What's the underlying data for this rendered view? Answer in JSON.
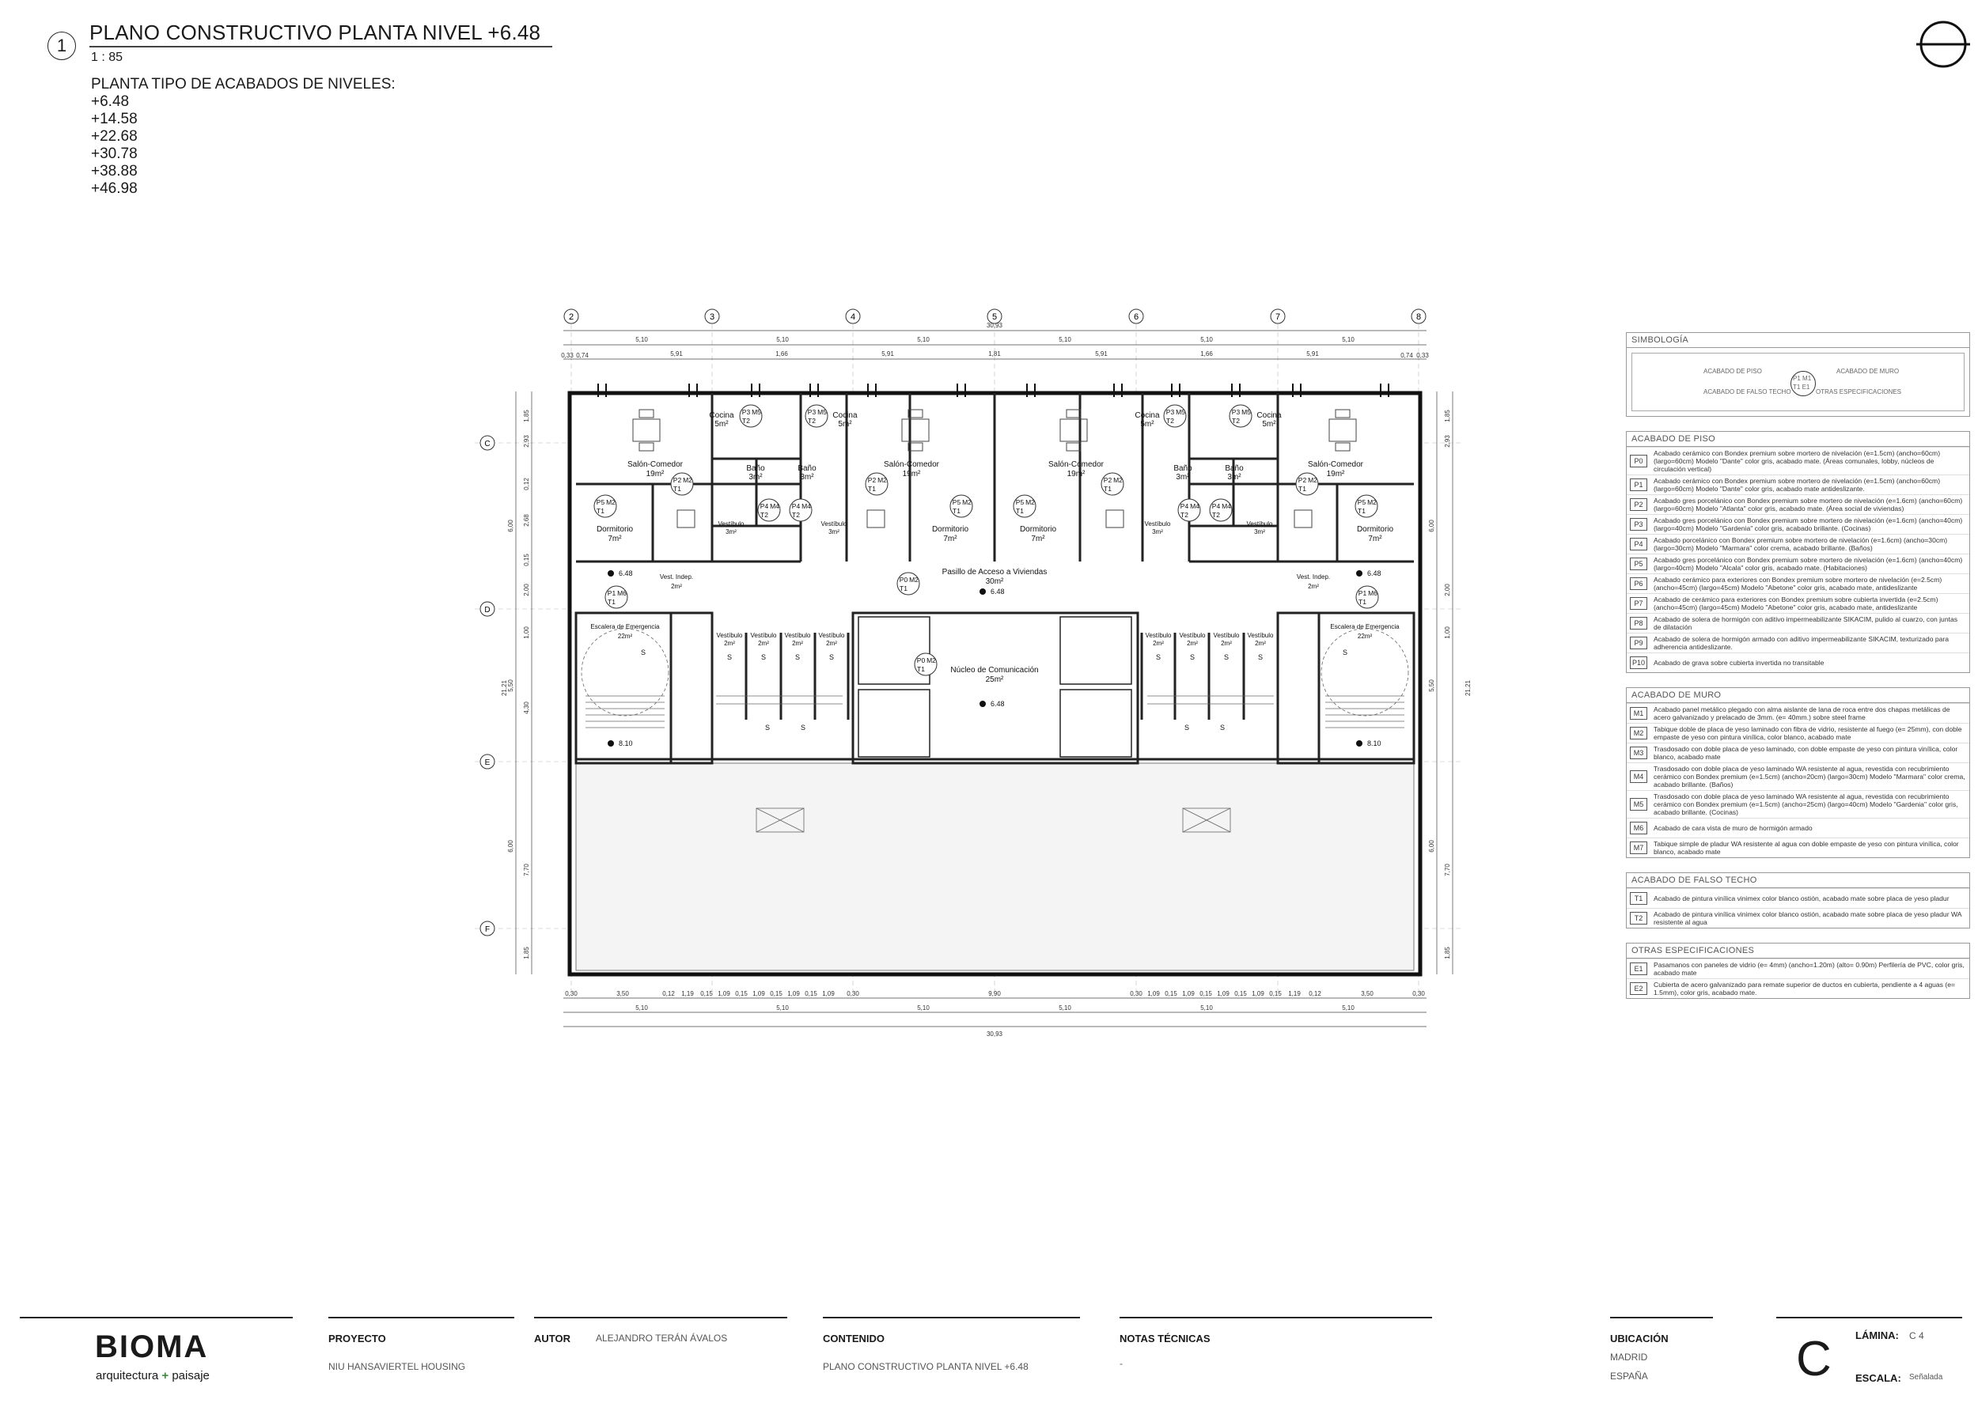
{
  "header": {
    "view_number": "1",
    "title": "PLANO CONSTRUCTIVO PLANTA NIVEL +6.48",
    "scale": "1 : 85",
    "levels_title": "PLANTA TIPO DE ACABADOS DE NIVELES:",
    "levels": [
      "+6.48",
      "+14.58",
      "+22.68",
      "+30.78",
      "+38.88",
      "+46.98"
    ]
  },
  "plan": {
    "grid_cols": [
      "2",
      "3",
      "4",
      "5",
      "6",
      "7",
      "8"
    ],
    "grid_rows": [
      "C",
      "D",
      "E",
      "F"
    ],
    "overall_width": "30,93",
    "overall_depth": "21,21",
    "bay_width": "5,10",
    "top_subdims": [
      "0,33",
      "0,74",
      "5,91",
      "1,66",
      "5,91",
      "1,81",
      "5,91",
      "1,66",
      "5,91",
      "0,74",
      "0,33"
    ],
    "left_dims": [
      "1,85",
      "2,93",
      "0,12",
      "2,68",
      "0,15",
      "2,00",
      "1,00",
      "4,30",
      "7,70",
      "1,85"
    ],
    "row_dims": [
      "6,00",
      "5,50",
      "6,00"
    ],
    "bottom_subdims": [
      "0,30",
      "3,50",
      "0,12",
      "1,19",
      "0,15",
      "1,09",
      "0,15",
      "1,09",
      "0,15",
      "1,09",
      "0,15",
      "1,09",
      "0,30",
      "9,90",
      "0,30",
      "1,09",
      "0,15",
      "1,09",
      "0,15",
      "1,09",
      "0,15",
      "1,09",
      "0,15",
      "1,19",
      "0,12",
      "3,50",
      "0,30"
    ],
    "rooms": [
      {
        "name": "Salón-Comedor",
        "area": "19m²"
      },
      {
        "name": "Cocina",
        "area": "5m²"
      },
      {
        "name": "Baño",
        "area": "3m²"
      },
      {
        "name": "Dormitorio",
        "area": "7m²"
      },
      {
        "name": "Vestíbulo",
        "area": "3m²"
      },
      {
        "name": "Vestíbulo",
        "area": "2m²"
      },
      {
        "name": "Vest. Indep.",
        "area": "2m²"
      },
      {
        "name": "Escalera de Emergencia",
        "area": "22m²"
      },
      {
        "name": "Pasillo de Acceso a Viviendas",
        "area": "30m²"
      },
      {
        "name": "Núcleo de Comunicación",
        "area": "25m²"
      }
    ],
    "level_marks": [
      "6.48",
      "8.10"
    ],
    "finish_codes": {
      "salon": [
        "P2",
        "M2",
        "T1"
      ],
      "cocina": [
        "P3",
        "M5",
        "T2"
      ],
      "bano": [
        "P4",
        "M4",
        "T2"
      ],
      "dormitorio": [
        "P5",
        "M2",
        "T1"
      ],
      "pasillo": [
        "P0",
        "M2",
        "T1"
      ],
      "escalera": [
        "P1",
        "M6",
        "T1"
      ]
    },
    "stair_mark": "S"
  },
  "legend": {
    "simbologia": {
      "title": "SIMBOLOGÍA",
      "floor": "ACABADO DE PISO",
      "wall": "ACABADO DE MURO",
      "ceiling": "ACABADO DE FALSO TECHO",
      "other": "OTRAS ESPECIFICACIONES",
      "codes": [
        "P1",
        "M1",
        "T1",
        "E1"
      ]
    },
    "piso": {
      "title": "ACABADO DE PISO",
      "items": [
        {
          "code": "P0",
          "text": "Acabado cerámico con Bondex premium sobre mortero de nivelación (e=1.5cm) (ancho=60cm) (largo=60cm) Modelo \"Dante\" color gris, acabado mate. (Áreas comunales, lobby, núcleos de circulación vertical)"
        },
        {
          "code": "P1",
          "text": "Acabado cerámico con Bondex premium sobre mortero de nivelación (e=1.5cm) (ancho=60cm) (largo=60cm) Modelo \"Dante\" color gris, acabado mate antideslizante."
        },
        {
          "code": "P2",
          "text": "Acabado gres porcelánico con Bondex premium sobre mortero de nivelación (e=1.6cm) (ancho=60cm) (largo=60cm) Modelo \"Atlanta\" color gris, acabado mate. (Área social de viviendas)"
        },
        {
          "code": "P3",
          "text": "Acabado gres porcelánico con Bondex premium sobre mortero de nivelación (e=1.6cm) (ancho=40cm) (largo=40cm) Modelo \"Gardenia\" color gris, acabado brillante. (Cocinas)"
        },
        {
          "code": "P4",
          "text": "Acabado porcelánico con Bondex premium sobre mortero de nivelación (e=1.6cm) (ancho=30cm) (largo=30cm) Modelo \"Marmara\" color crema, acabado brillante. (Baños)"
        },
        {
          "code": "P5",
          "text": "Acabado gres porcelánico con Bondex premium sobre mortero de nivelación (e=1.6cm) (ancho=40cm) (largo=40cm) Modelo \"Alcala\" color gris, acabado mate. (Habitaciones)"
        },
        {
          "code": "P6",
          "text": "Acabado cerámico para exteriores con Bondex premium sobre mortero de nivelación (e=2.5cm) (ancho=45cm) (largo=45cm) Modelo \"Abetone\" color gris, acabado mate, antideslizante"
        },
        {
          "code": "P7",
          "text": "Acabado de cerámico para exteriores con Bondex premium sobre cubierta invertida (e=2.5cm) (ancho=45cm) (largo=45cm) Modelo \"Abetone\" color gris, acabado mate, antideslizante"
        },
        {
          "code": "P8",
          "text": "Acabado de solera de hormigón con aditivo impermeabilizante SIKACIM, pulido al cuarzo, con juntas de dilatación"
        },
        {
          "code": "P9",
          "text": "Acabado de solera de hormigón armado con aditivo impermeabilizante SIKACIM, texturizado para adherencia antideslizante."
        },
        {
          "code": "P10",
          "text": "Acabado de grava sobre cubierta invertida no transitable"
        }
      ]
    },
    "muro": {
      "title": "ACABADO DE MURO",
      "items": [
        {
          "code": "M1",
          "text": "Acabado panel metálico plegado con alma aislante de lana de roca entre dos chapas metálicas de acero galvanizado y prelacado de 3mm. (e= 40mm.) sobre steel frame"
        },
        {
          "code": "M2",
          "text": "Tabique doble de placa de yeso laminado con fibra de vidrio, resistente al fuego (e= 25mm), con doble empaste de yeso con pintura vinílica, color blanco, acabado mate"
        },
        {
          "code": "M3",
          "text": "Trasdosado con doble placa de yeso laminado, con doble empaste de yeso con pintura vinílica, color blanco, acabado mate"
        },
        {
          "code": "M4",
          "text": "Trasdosado con doble placa de yeso laminado WA resistente al agua, revestida con recubrimiento cerámico con Bondex premium (e=1.5cm) (ancho=20cm) (largo=30cm) Modelo \"Marmara\" color crema, acabado brillante. (Baños)"
        },
        {
          "code": "M5",
          "text": "Trasdosado con doble placa de yeso laminado WA resistente al agua, revestida con recubrimiento cerámico con Bondex premium (e=1.5cm) (ancho=25cm) (largo=40cm) Modelo \"Gardenia\" color gris, acabado brillante. (Cocinas)"
        },
        {
          "code": "M6",
          "text": "Acabado de cara vista de muro de hormigón armado"
        },
        {
          "code": "M7",
          "text": "Tabique simple de pladur WA resistente al agua con doble empaste de yeso con pintura vinílica, color blanco, acabado mate"
        }
      ]
    },
    "techo": {
      "title": "ACABADO DE FALSO TECHO",
      "items": [
        {
          "code": "T1",
          "text": "Acabado de pintura vinílica vinimex color blanco ostión, acabado mate sobre placa de yeso pladur"
        },
        {
          "code": "T2",
          "text": "Acabado de pintura vinílica vinimex color blanco ostión, acabado mate sobre placa de yeso pladur WA resistente al agua"
        }
      ]
    },
    "otras": {
      "title": "OTRAS ESPECIFICACIONES",
      "items": [
        {
          "code": "E1",
          "text": "Pasamanos con paneles de vidrio (e= 4mm) (ancho=1.20m) (alto= 0.90m) Perfilería de PVC, color gris, acabado mate"
        },
        {
          "code": "E2",
          "text": "Cubierta de acero galvanizado para remate superior de ductos en cubierta, pendiente a 4 aguas (e= 1.5mm), color gris, acabado mate."
        }
      ]
    }
  },
  "footer": {
    "logo": "BIOMA",
    "logo_sub_a": "arquitectura",
    "logo_plus": "+",
    "logo_sub_b": "paisaje",
    "proyecto_label": "PROYECTO",
    "proyecto": "NIU HANSAVIERTEL HOUSING",
    "autor_label": "AUTOR",
    "autor": "ALEJANDRO TERÁN ÁVALOS",
    "contenido_label": "CONTENIDO",
    "contenido": "PLANO CONSTRUCTIVO PLANTA NIVEL +6.48",
    "notas_label": "NOTAS TÉCNICAS",
    "notas": "-",
    "ubicacion_label": "UBICACIÓN",
    "ciudad": "MADRID",
    "pais": "ESPAÑA",
    "sheet_letter": "C",
    "lamina_label": "LÁMINA:",
    "lamina": "C 4",
    "escala_label": "ESCALA:",
    "escala": "Señalada"
  }
}
